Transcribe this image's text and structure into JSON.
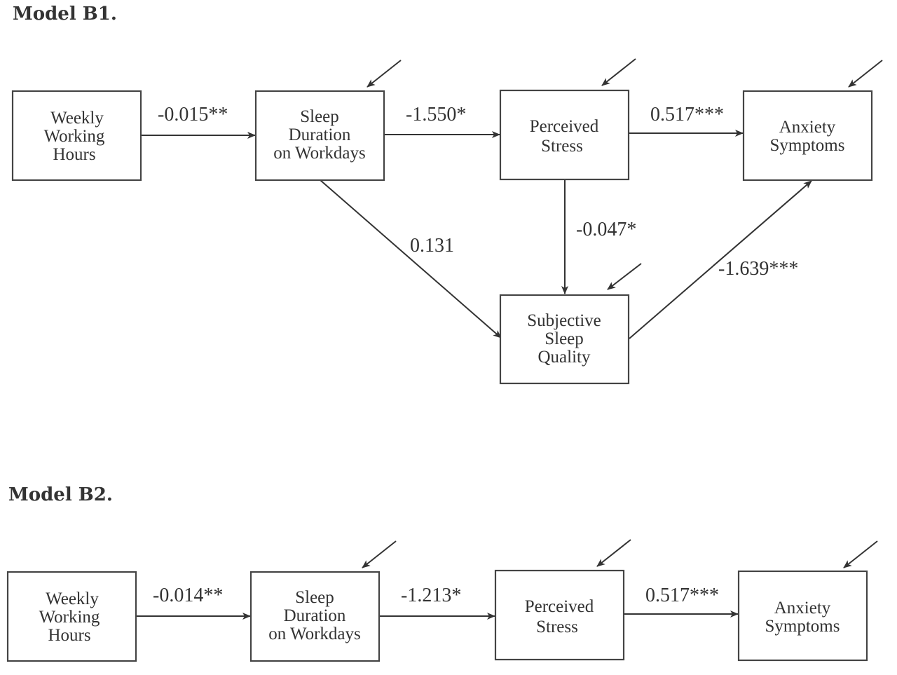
{
  "models": [
    {
      "id": "B1",
      "title": "Model B1.",
      "nodes": [
        {
          "id": "wwh",
          "lines": [
            "Weekly",
            "Working",
            "Hours"
          ]
        },
        {
          "id": "sdw",
          "lines": [
            "Sleep",
            "Duration",
            "on Workdays"
          ]
        },
        {
          "id": "ps",
          "lines": [
            "Perceived",
            "Stress"
          ]
        },
        {
          "id": "as",
          "lines": [
            "Anxiety",
            "Symptoms"
          ]
        },
        {
          "id": "ssq",
          "lines": [
            "Subjective",
            "Sleep",
            "Quality"
          ]
        }
      ],
      "edges": [
        {
          "from": "wwh",
          "to": "sdw",
          "coefficient": "-0.015**"
        },
        {
          "from": "sdw",
          "to": "ps",
          "coefficient": "-1.550*"
        },
        {
          "from": "ps",
          "to": "as",
          "coefficient": "0.517***"
        },
        {
          "from": "sdw",
          "to": "ssq",
          "coefficient": "0.131"
        },
        {
          "from": "ps",
          "to": "ssq",
          "coefficient": "-0.047*"
        },
        {
          "from": "ssq",
          "to": "as",
          "coefficient": "-1.639***"
        }
      ],
      "error_terms_on": [
        "sdw",
        "ps",
        "as",
        "ssq"
      ]
    },
    {
      "id": "B2",
      "title": "Model B2.",
      "nodes": [
        {
          "id": "wwh",
          "lines": [
            "Weekly",
            "Working",
            "Hours"
          ]
        },
        {
          "id": "sdw",
          "lines": [
            "Sleep",
            "Duration",
            "on Workdays"
          ]
        },
        {
          "id": "ps",
          "lines": [
            "Perceived",
            "Stress"
          ]
        },
        {
          "id": "as",
          "lines": [
            "Anxiety",
            "Symptoms"
          ]
        }
      ],
      "edges": [
        {
          "from": "wwh",
          "to": "sdw",
          "coefficient": "-0.014**"
        },
        {
          "from": "sdw",
          "to": "ps",
          "coefficient": "-1.213*"
        },
        {
          "from": "ps",
          "to": "as",
          "coefficient": "0.517***"
        }
      ],
      "error_terms_on": [
        "sdw",
        "ps",
        "as"
      ]
    }
  ]
}
